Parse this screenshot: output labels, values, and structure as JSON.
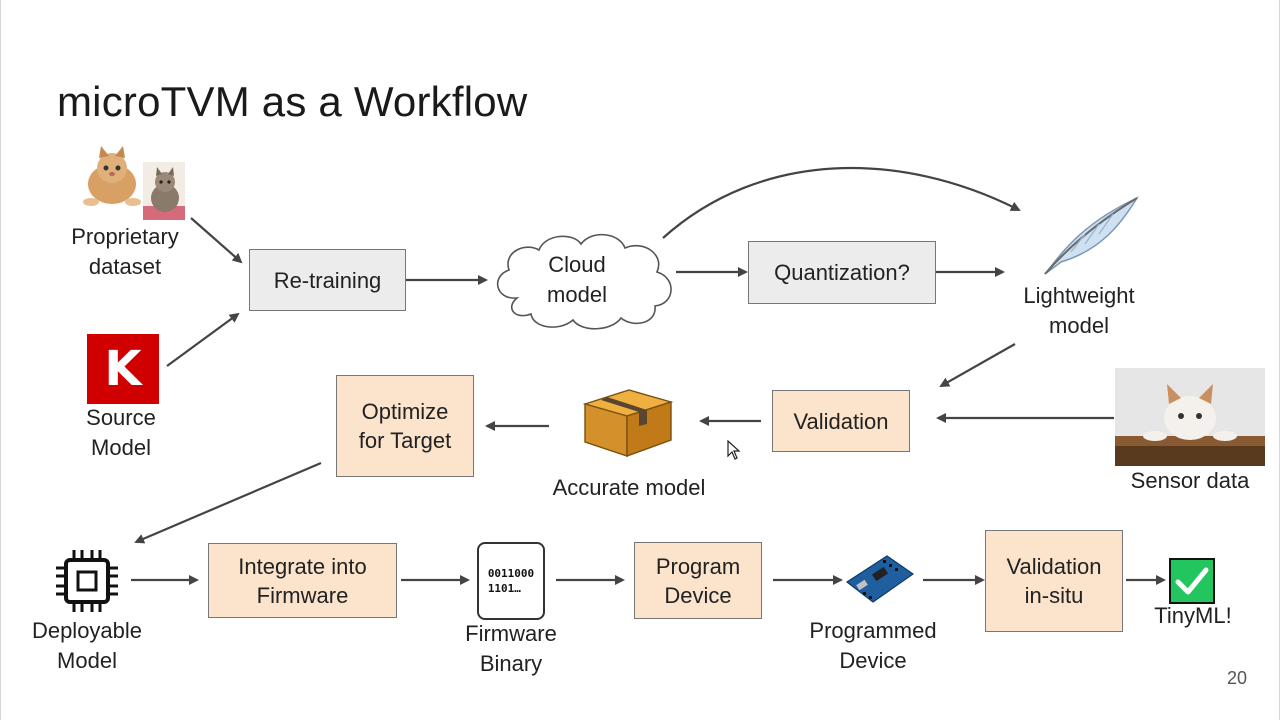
{
  "slide": {
    "title": "microTVM as a Workflow",
    "page_number": "20"
  },
  "nodes": {
    "proprietary_dataset": "Proprietary\ndataset",
    "source_model": "Source\nModel",
    "retraining": "Re-training",
    "cloud_model": "Cloud\nmodel",
    "quantization": "Quantization?",
    "lightweight_model": "Lightweight\nmodel",
    "validation": "Validation",
    "sensor_data": "Sensor data",
    "accurate_model": "Accurate model",
    "optimize_for_target": "Optimize\nfor Target",
    "deployable_model": "Deployable\nModel",
    "integrate_firmware": "Integrate into\nFirmware",
    "firmware_binary_icon_text": "0011000\n1101…",
    "firmware_binary": "Firmware\nBinary",
    "program_device": "Program\nDevice",
    "programmed_device": "Programmed\nDevice",
    "validation_in_situ": "Validation\nin-situ",
    "tinyml": "TinyML!"
  },
  "logos": {
    "keras_letter": "K"
  },
  "colors": {
    "grey_box": "#ececec",
    "peach_box": "#fbe3cc",
    "arrow": "#444444",
    "keras_red": "#d00000",
    "check_green": "#22c55e"
  }
}
